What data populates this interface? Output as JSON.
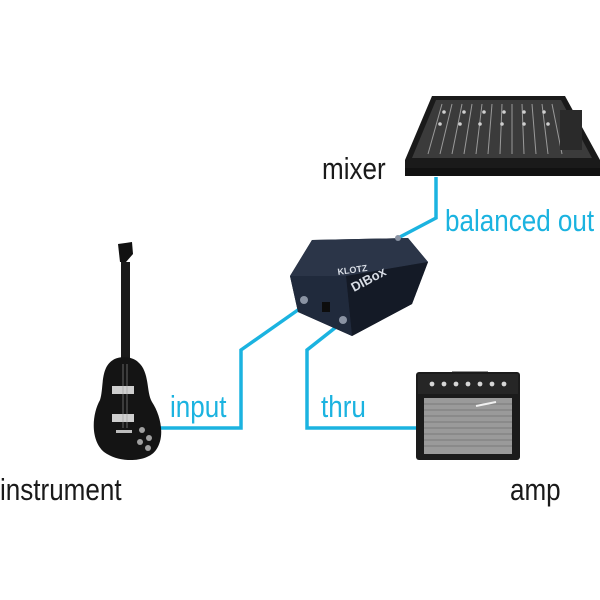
{
  "labels": {
    "mixer": "mixer",
    "balanced_out": "balanced out",
    "input": "input",
    "thru": "thru",
    "instrument": "instrument",
    "amp": "amp"
  },
  "device": {
    "brand": "KLOTZ",
    "name": "DIBox"
  },
  "colors": {
    "cable": "#1bb3e0",
    "label_accent": "#1bb3e0",
    "label_text": "#1a1a1a"
  }
}
